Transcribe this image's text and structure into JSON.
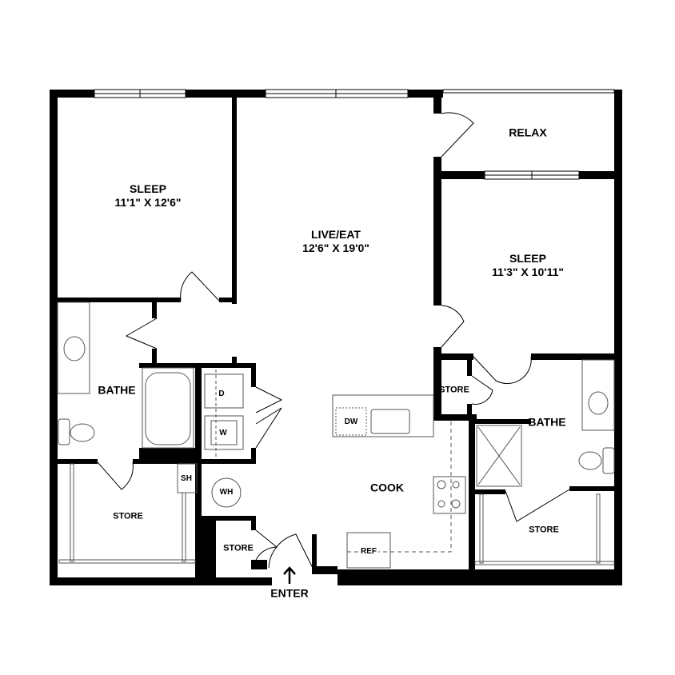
{
  "rooms": {
    "sleep1": {
      "name": "SLEEP",
      "dims": "11'1\" X 12'6\""
    },
    "live": {
      "name": "LIVE/EAT",
      "dims": "12'6\" X 19'0\""
    },
    "relax": {
      "name": "RELAX"
    },
    "sleep2": {
      "name": "SLEEP",
      "dims": "11'3\" X 10'11\""
    },
    "bathe1": {
      "name": "BATHE"
    },
    "bathe2": {
      "name": "BATHE"
    },
    "cook": {
      "name": "COOK"
    },
    "store_left": {
      "name": "STORE"
    },
    "store_small": {
      "name": "STORE"
    },
    "store_right_top": {
      "name": "STORE"
    },
    "store_right_bottom": {
      "name": "STORE"
    }
  },
  "fixtures": {
    "dryer": "D",
    "washer": "W",
    "water_heater": "WH",
    "shelf": "SH",
    "dishwasher": "DW",
    "refrigerator": "REF"
  },
  "entry": {
    "label": "ENTER"
  },
  "colors": {
    "wall": "#000000",
    "fixture": "#555555",
    "background": "#ffffff"
  }
}
